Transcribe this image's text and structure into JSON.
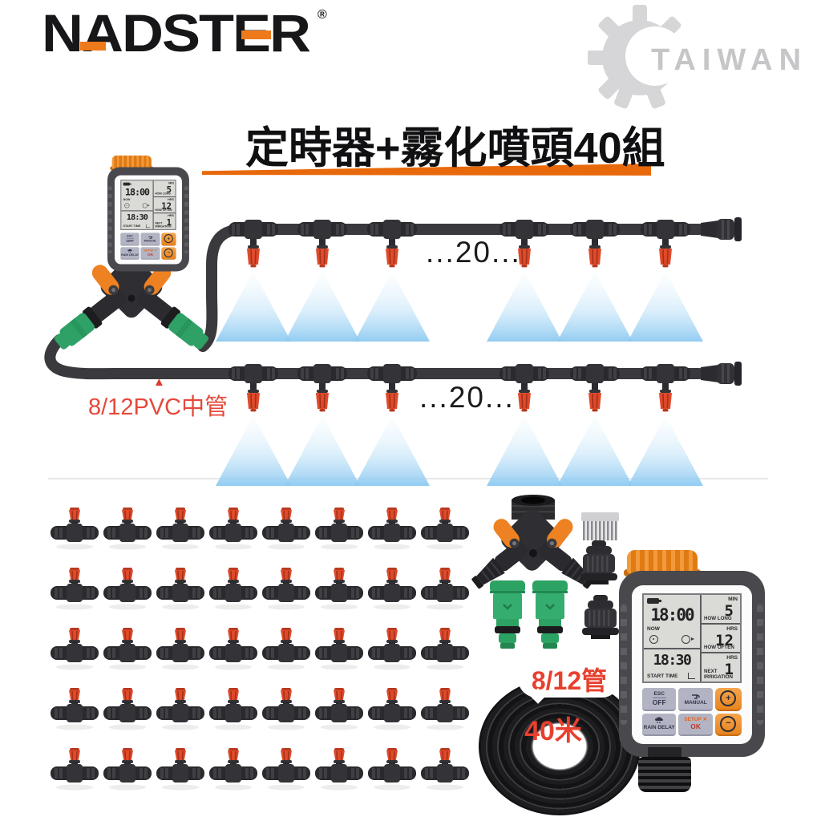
{
  "header": {
    "logo": "NADSTER",
    "registered_mark": "®",
    "origin_label": "TAIWAN"
  },
  "title": "定時器+霧化噴頭40組",
  "diagram": {
    "line1_nozzle_count_label": "...20...",
    "line2_nozzle_count_label": "...20...",
    "pipe_pointer": "▲",
    "pipe_label": "8/12PVC中管",
    "visible_nozzles_per_line": 6
  },
  "timer": {
    "lcd": {
      "now_time": "18:00",
      "now_label": "NOW",
      "start_time": "18:30",
      "start_time_label": "START TIME",
      "how_long_value": "5",
      "how_long_unit": "MIN",
      "how_long_label": "HOW LONG",
      "how_often_value": "12",
      "how_often_unit": "HRS",
      "how_often_label": "HOW OFTEN",
      "next_irrigation_value": "1",
      "next_irrigation_unit": "HRS",
      "next_irrigation_label_1": "NEXT",
      "next_irrigation_label_2": "IRRIGATION"
    },
    "buttons": {
      "esc": "ESC",
      "off": "OFF",
      "manual": "MANUAL",
      "rain_delay": "RAIN DELAY",
      "setup": "SETUP",
      "setup_x": "✕",
      "ok": "OK",
      "plus": "+",
      "minus": "−"
    }
  },
  "kit": {
    "hose_bubble_label": "8/12管",
    "hose_length_label": "40米",
    "nozzle_grid_rows": 5,
    "nozzle_grid_cols": 8
  },
  "icons": [
    "gear-icon",
    "battery-icon",
    "drop-icon",
    "cycle-arrow-icon",
    "faucet-icon",
    "rain-cloud-icon",
    "plus-icon",
    "minus-icon",
    "pointer-up-icon"
  ],
  "colors": {
    "accent_orange": "#ee7a1c",
    "swoosh_orange": "#e8690b",
    "nozzle_red": "#df4a2b",
    "mist_blue": "#8cc9f1",
    "connector_green": "#2fa166",
    "label_red": "#e5493b",
    "origin_gray": "#c6c6c8"
  }
}
